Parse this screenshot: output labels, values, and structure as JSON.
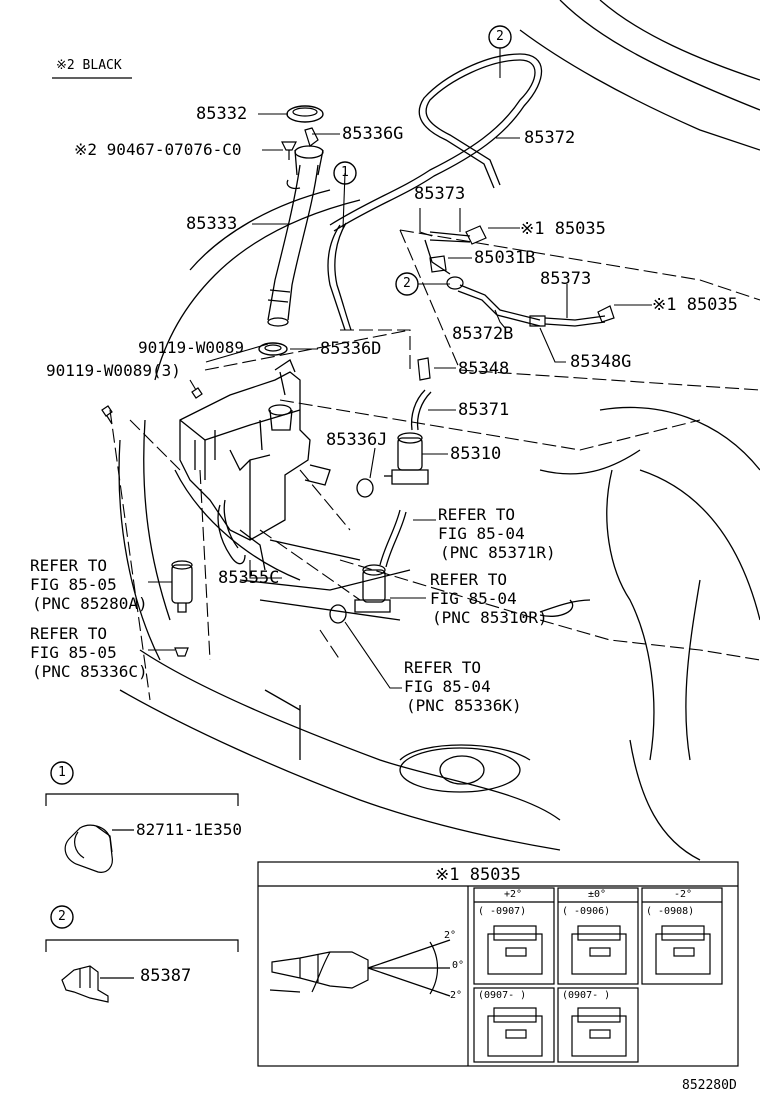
{
  "note_black": "※2 BLACK",
  "callouts": {
    "one": "1",
    "two": "2"
  },
  "parts": {
    "p85332": "85332",
    "p85336G": "85336G",
    "p90467": "※2 90467-07076-C0",
    "p85372": "85372",
    "p85333": "85333",
    "p85373a": "85373",
    "p85035a": "※1 85035",
    "p85031B": "85031B",
    "p85373b": "85373",
    "p85035b": "※1 85035",
    "p85372B": "85372B",
    "p85348G": "85348G",
    "p90119a": "90119-W0089",
    "p85336D": "85336D",
    "p90119b": "90119-W0089(3)",
    "p85348": "85348",
    "p85371": "85371",
    "p85336J": "85336J",
    "p85310": "85310",
    "p85355C": "85355C",
    "p82711": "82711-1E350",
    "p85387": "85387"
  },
  "refers": {
    "r1": [
      "REFER TO",
      "FIG 85-04",
      "(PNC 85371R)"
    ],
    "r2": [
      "REFER TO",
      "FIG 85-05",
      "(PNC 85280A)"
    ],
    "r3": [
      "REFER TO",
      "FIG 85-04",
      "(PNC 85310R)"
    ],
    "r4": [
      "REFER TO",
      "FIG 85-05",
      "(PNC 85336C)"
    ],
    "r5": [
      "REFER TO",
      "FIG 85-04",
      "(PNC 85336K)"
    ]
  },
  "detail_box": {
    "title": "※1 85035",
    "angle_up": "+2°",
    "angle_zero": "±0°",
    "angle_down": "-2°",
    "angle_scale_up": "2°",
    "angle_scale_zero": "0°",
    "angle_scale_down": "-2°",
    "date_a": "(    -0907)",
    "date_b": "(    -0906)",
    "date_c": "(    -0908)",
    "date_d": "(0907-    )",
    "date_e": "(0907-    )"
  },
  "figure_code": "852280D"
}
